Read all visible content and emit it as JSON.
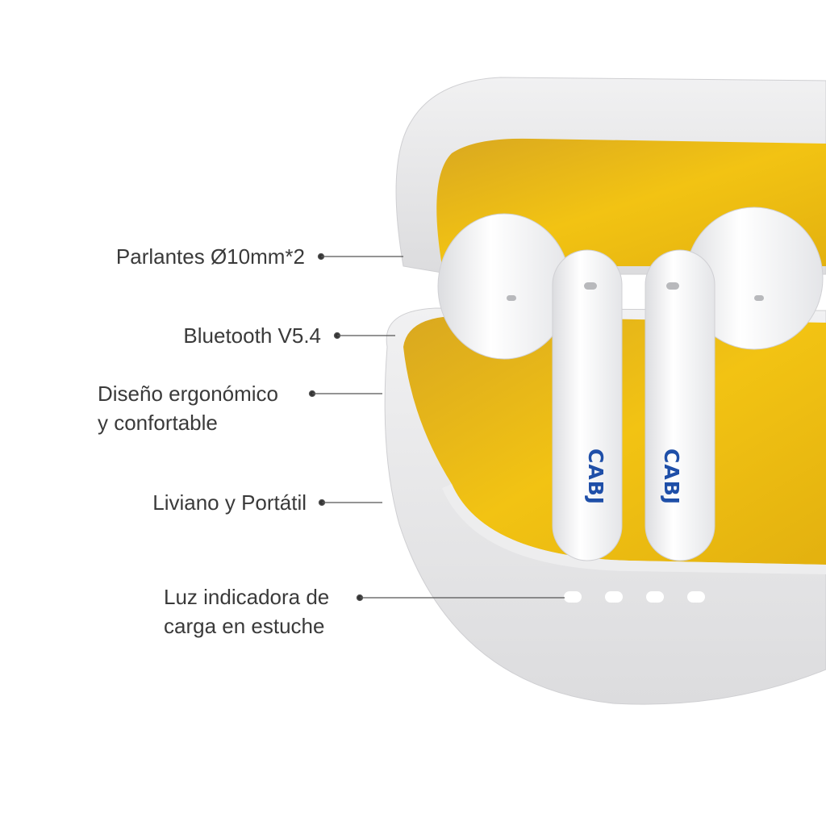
{
  "features": [
    {
      "id": "speakers",
      "text": "Parlantes Ø10mm*2"
    },
    {
      "id": "bluetooth",
      "text": "Bluetooth V5.4"
    },
    {
      "id": "ergonomic",
      "line1": "Diseño ergonómico",
      "line2": "y confortable"
    },
    {
      "id": "portable",
      "text": "Liviano y Portátil"
    },
    {
      "id": "charging-light",
      "line1": "Luz indicadora de",
      "line2": "carga en estuche"
    }
  ],
  "product": {
    "earbud_logo_left": "CABJ",
    "earbud_logo_right": "CABJ",
    "indicator_led_count": 4
  },
  "colors": {
    "case_white": "#e9e9ea",
    "interior_yellow": "#f2c313",
    "logo_blue": "#1f4fa8",
    "text": "#3a3a3a",
    "leader_line": "#555555"
  }
}
